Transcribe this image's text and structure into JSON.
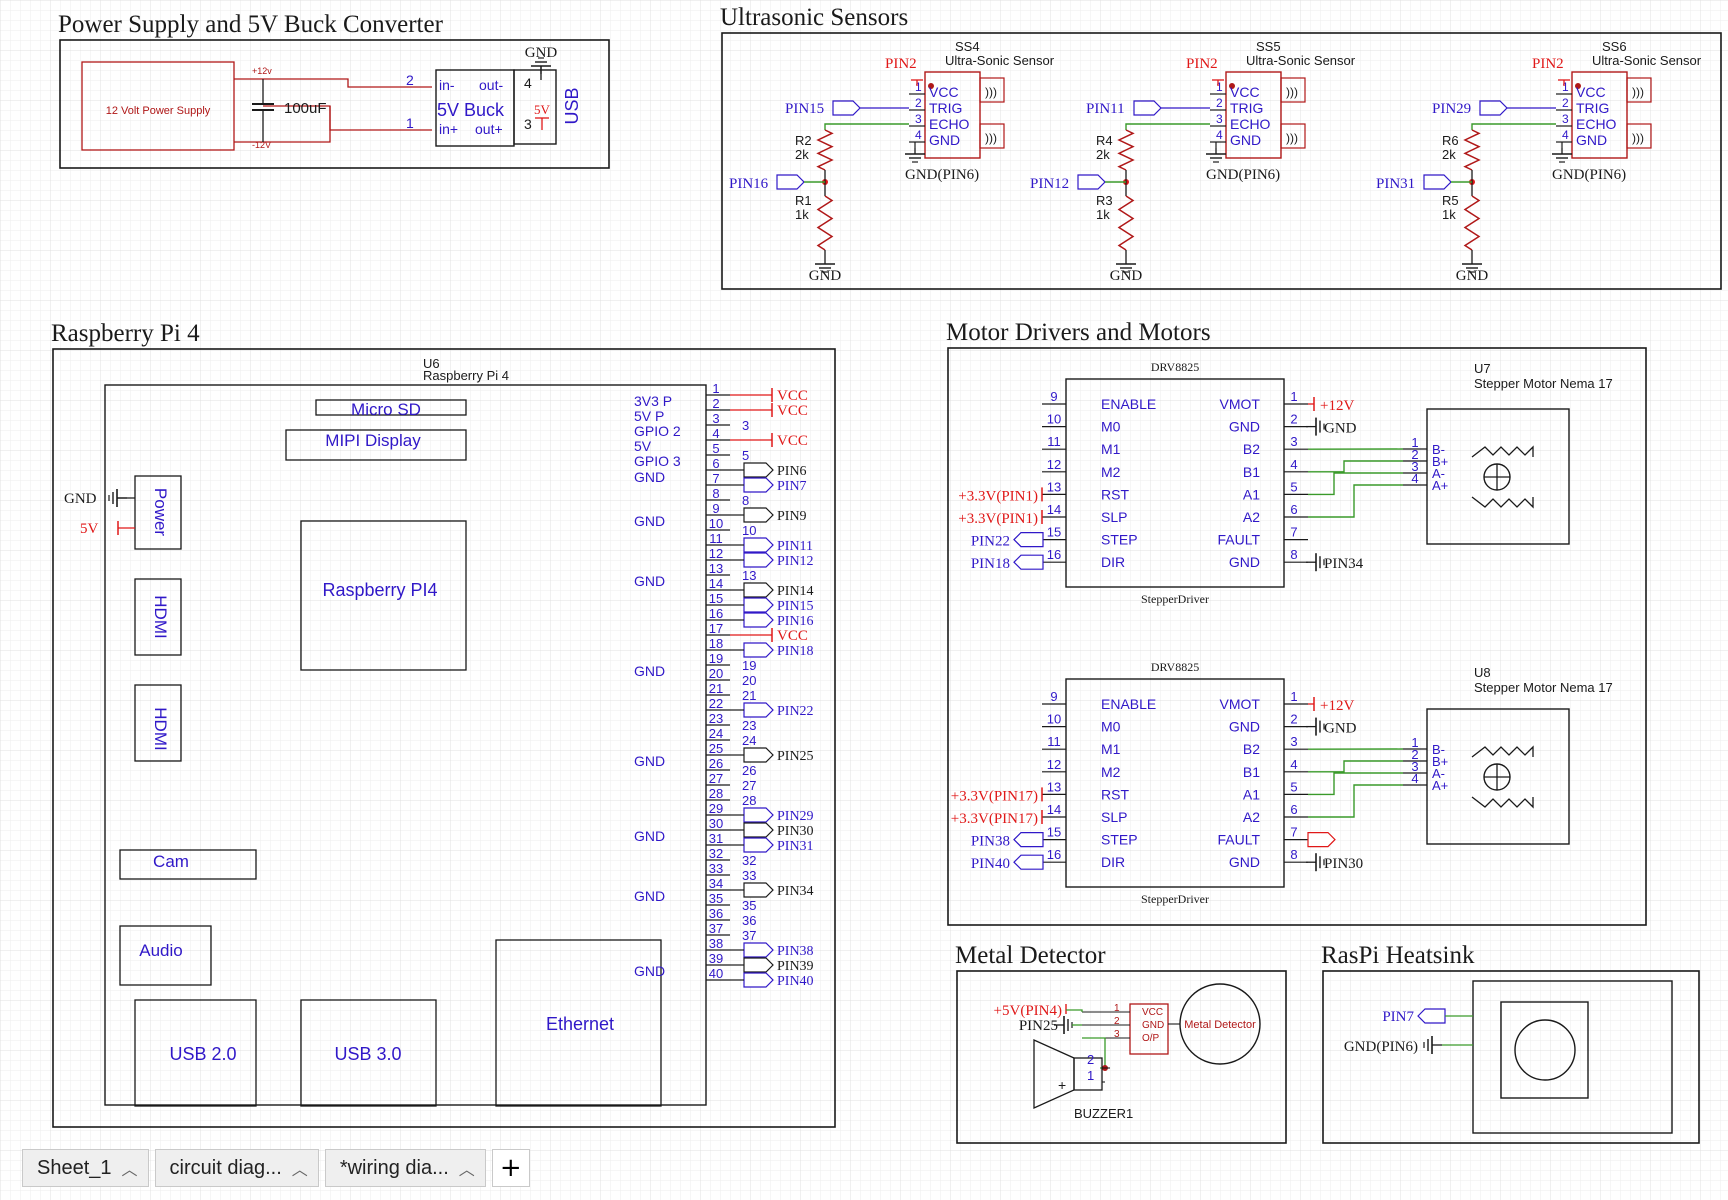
{
  "sections": {
    "power": "Power Supply and 5V Buck Converter",
    "ultrasonic": "Ultrasonic Sensors",
    "raspi": "Raspberry Pi 4",
    "motor": "Motor Drivers and Motors",
    "metal": "Metal Detector",
    "heatsink": "RasPi Heatsink"
  },
  "power": {
    "supply_label": "12 Volt Power Supply",
    "plus12": "+12v",
    "minus12": "-12V",
    "cap": "100uF",
    "gnd": "GND",
    "buck": "5V Buck",
    "in_minus": "in-",
    "in_plus": "in+",
    "out_minus": "out-",
    "out_plus": "out+",
    "five_v": "5V",
    "usb": "USB",
    "p1": "1",
    "p2": "2",
    "p3": "3",
    "p4": "4"
  },
  "sensors": [
    {
      "name": "SS4",
      "desc": "Ultra-Sonic Sensor",
      "trig": "PIN15",
      "mid": "PIN16",
      "rtop": "R2",
      "rtop_v": "2k",
      "rbot": "R1",
      "rbot_v": "1k"
    },
    {
      "name": "SS5",
      "desc": "Ultra-Sonic Sensor",
      "trig": "PIN11",
      "mid": "PIN12",
      "rtop": "R4",
      "rtop_v": "2k",
      "rbot": "R3",
      "rbot_v": "1k"
    },
    {
      "name": "SS6",
      "desc": "Ultra-Sonic Sensor",
      "trig": "PIN29",
      "mid": "PIN31",
      "rtop": "R6",
      "rtop_v": "2k",
      "rbot": "R5",
      "rbot_v": "1k"
    }
  ],
  "sensor_common": {
    "vcc_net": "PIN2",
    "gnd_net": "GND(PIN6)",
    "gnd": "GND",
    "pins": [
      "VCC",
      "TRIG",
      "ECHO",
      "GND"
    ],
    "nums": [
      "1",
      "2",
      "3",
      "4"
    ]
  },
  "raspi": {
    "ref": "U6",
    "name": "Raspberry Pi 4",
    "micro_sd": "Micro SD",
    "mipi": "MIPI Display",
    "chip": "Raspberry PI4",
    "power": "Power",
    "hdmi": "HDMI",
    "cam": "Cam",
    "audio": "Audio",
    "usb2": "USB 2.0",
    "usb3": "USB 3.0",
    "ethernet": "Ethernet",
    "pwr_gnd": "GND",
    "pwr_5v": "5V",
    "side_labels": [
      "3V3 P",
      "5V P",
      "GPIO 2",
      "5V",
      "GPIO 3",
      "GND",
      "GND",
      "GND",
      "GND",
      "GND",
      "GND",
      "GND",
      "GND"
    ],
    "vcc": "VCC",
    "nets": [
      "PIN6",
      "PIN7",
      "PIN9",
      "PIN11",
      "PIN12",
      "PIN14",
      "PIN15",
      "PIN16",
      "PIN18",
      "PIN22",
      "PIN25",
      "PIN29",
      "PIN30",
      "PIN31",
      "PIN34",
      "PIN38",
      "PIN39",
      "PIN40"
    ],
    "pin_nums": [
      "1",
      "2",
      "3",
      "4",
      "5",
      "6",
      "7",
      "8",
      "9",
      "10",
      "11",
      "12",
      "13",
      "14",
      "15",
      "16",
      "17",
      "18",
      "19",
      "20",
      "21",
      "22",
      "23",
      "24",
      "25",
      "26",
      "27",
      "28",
      "29",
      "30",
      "31",
      "32",
      "33",
      "34",
      "35",
      "36",
      "37",
      "38",
      "39",
      "40"
    ]
  },
  "drivers": [
    {
      "title": "DRV8825",
      "footer": "StepperDriver",
      "rst": "+3.3V(PIN1)",
      "slp": "+3.3V(PIN1)",
      "step": "PIN22",
      "dir": "PIN18",
      "vmot": "+12V",
      "gnd": "GND",
      "gnd2": "PIN34",
      "motor_ref": "U7",
      "motor_name": "Stepper Motor Nema 17"
    },
    {
      "title": "DRV8825",
      "footer": "StepperDriver",
      "rst": "+3.3V(PIN17)",
      "slp": "+3.3V(PIN17)",
      "step": "PIN38",
      "dir": "PIN40",
      "vmot": "+12V",
      "gnd": "GND",
      "gnd2": "PIN30",
      "motor_ref": "U8",
      "motor_name": "Stepper Motor Nema 17"
    }
  ],
  "driver_pins": {
    "left_nums": [
      "9",
      "10",
      "11",
      "12",
      "13",
      "14",
      "15",
      "16"
    ],
    "left_names": [
      "ENABLE",
      "M0",
      "M1",
      "M2",
      "RST",
      "SLP",
      "STEP",
      "DIR"
    ],
    "right_nums": [
      "1",
      "2",
      "3",
      "4",
      "5",
      "6",
      "7",
      "8"
    ],
    "right_names": [
      "VMOT",
      "GND",
      "B2",
      "B1",
      "A1",
      "A2",
      "FAULT",
      "GND"
    ],
    "motor_nums": [
      "1",
      "2",
      "3",
      "4"
    ],
    "motor_names": [
      "B-",
      "B+",
      "A-",
      "A+"
    ]
  },
  "metal": {
    "vcc_net": "+5V(PIN4)",
    "sig_net": "PIN25",
    "pins": [
      "VCC",
      "GND",
      "O/P"
    ],
    "nums": [
      "1",
      "2",
      "3"
    ],
    "detector": "Metal Detector",
    "buzzer": "BUZZER1",
    "bz_nums": [
      "2",
      "1"
    ],
    "plus": "+"
  },
  "heatsink": {
    "pin": "PIN7",
    "gnd": "GND(PIN6)"
  },
  "tabs": [
    {
      "label": "Sheet_1"
    },
    {
      "label": "circuit diag..."
    },
    {
      "label": "*wiring dia..."
    }
  ],
  "tab_add": "+",
  "colors": {
    "wire": "#3a9a2a",
    "net": "#3018c8",
    "power": "#e01818",
    "body": "#b01818",
    "dark": "#1a1a1a"
  }
}
